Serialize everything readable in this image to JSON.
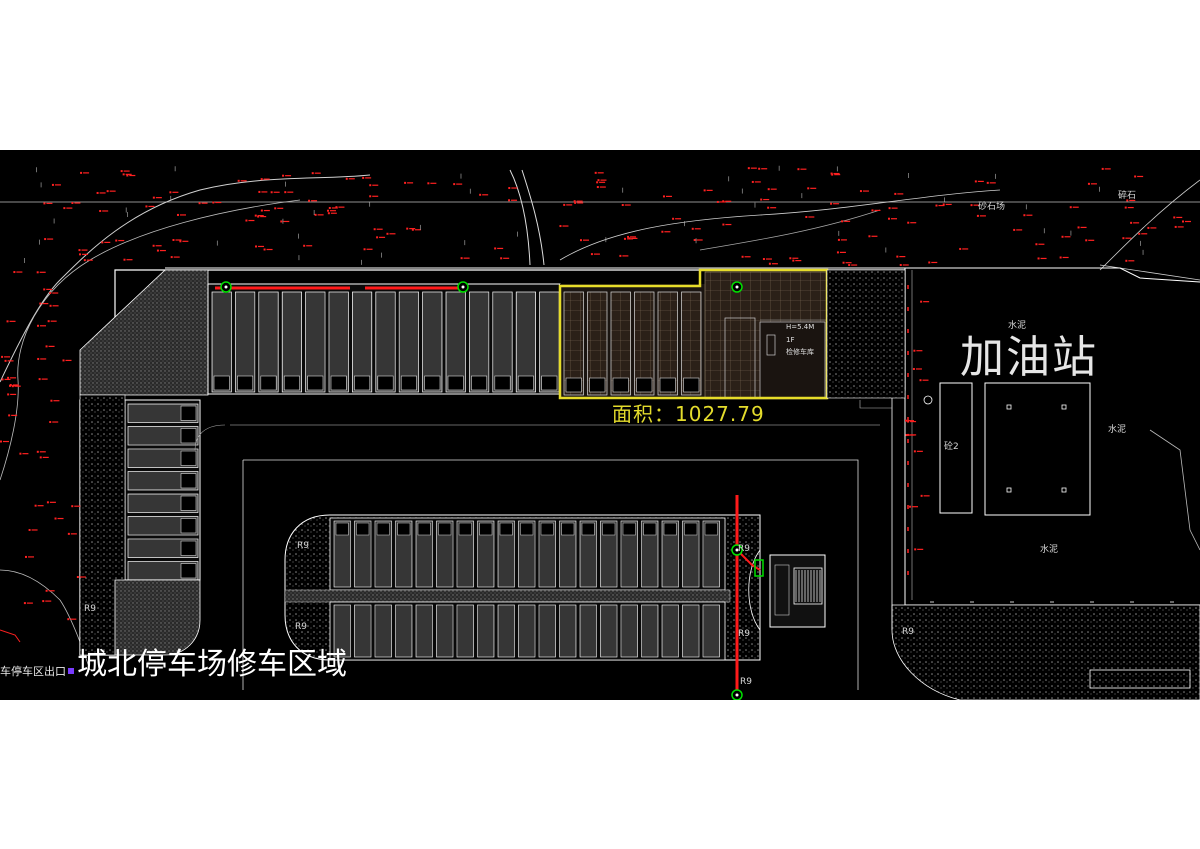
{
  "drawing": {
    "title": "城北停车场修车区域",
    "area_label": "面积：1027.79",
    "gas_station_label": "加油站",
    "exit_label": "车停车区出口",
    "building_note": {
      "height": "H=5.4M",
      "floors": "1F",
      "name": "检修车库"
    },
    "ground_labels": {
      "cement_1": "水泥",
      "cement_2": "水泥",
      "cement_3": "水泥",
      "gravel_yard": "砂石场",
      "gravel": "碎石",
      "concrete": "砼2"
    },
    "radius_labels": [
      "R9",
      "R9",
      "R9",
      "R9",
      "R9",
      "R9",
      "R9"
    ]
  },
  "colors": {
    "background": "#000000",
    "page": "#ffffff",
    "outline": "#ffffff",
    "highlight": "#e6dc2a",
    "survey_points": "#ff2020",
    "pipe": "#ff1a1a",
    "valve": "#00e000"
  },
  "icons": [
    "manhole-icon",
    "valve-icon",
    "pump-station-icon"
  ]
}
